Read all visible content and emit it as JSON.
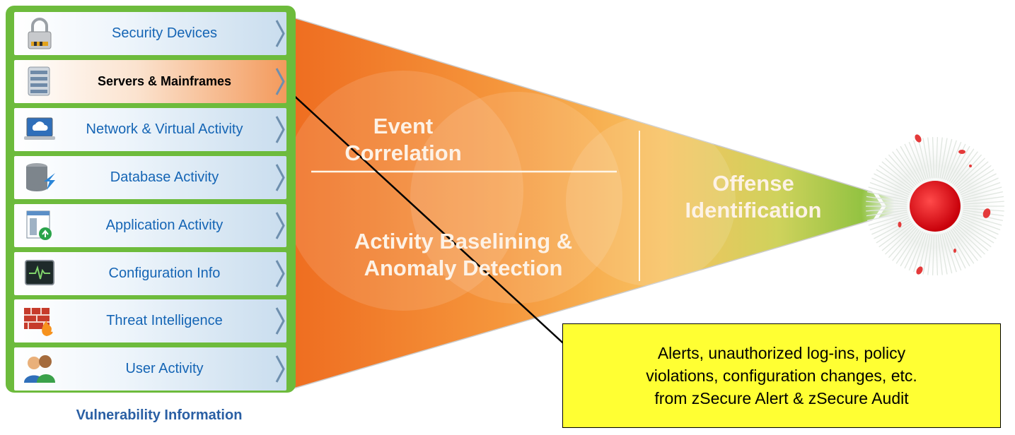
{
  "sources": [
    {
      "label": "Security Devices",
      "icon": "padlock-icon",
      "active": false
    },
    {
      "label": "Servers & Mainframes",
      "icon": "server-icon",
      "active": true
    },
    {
      "label": "Network & Virtual Activity",
      "icon": "cloud-laptop-icon",
      "active": false
    },
    {
      "label": "Database Activity",
      "icon": "database-icon",
      "active": false
    },
    {
      "label": "Application Activity",
      "icon": "application-window-icon",
      "active": false
    },
    {
      "label": "Configuration Info",
      "icon": "monitor-pulse-icon",
      "active": false
    },
    {
      "label": "Threat Intelligence",
      "icon": "firewall-icon",
      "active": false
    },
    {
      "label": "User Activity",
      "icon": "users-icon",
      "active": false
    }
  ],
  "caption": "Vulnerability Information",
  "stages": {
    "event_correlation": [
      "Event",
      "Correlation"
    ],
    "activity_baselining": [
      "Activity Baselining &",
      "Anomaly Detection"
    ],
    "offense_identification": [
      "Offense",
      "Identification"
    ]
  },
  "callout": [
    "Alerts, unauthorized log-ins, policy",
    "violations, configuration changes, etc.",
    "from zSecure Alert & zSecure Audit"
  ],
  "colors": {
    "panel": "#6dbb3c",
    "label": "#1565b5",
    "funnel_start": "#ee6a1e",
    "funnel_mid": "#f8c160",
    "funnel_end": "#6ab830",
    "target": "#e3111b",
    "callout": "#ffff33",
    "caption": "#2a5fa4"
  }
}
